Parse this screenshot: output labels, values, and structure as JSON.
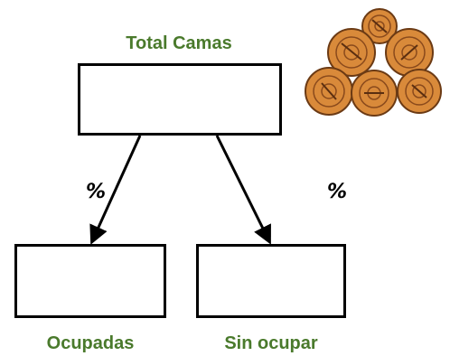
{
  "diagram": {
    "top_label": "Total Camas",
    "left_label": "Ocupadas",
    "right_label": "Sin ocupar",
    "left_percent": "%",
    "right_percent": "%"
  },
  "colors": {
    "label_green": "#4a7a2c",
    "box_border": "#000000",
    "arrow": "#000000",
    "log_orange": "#d98a3a",
    "log_ring": "#8a4a1c"
  },
  "icons": {
    "logs": "stacked-logs-icon"
  }
}
